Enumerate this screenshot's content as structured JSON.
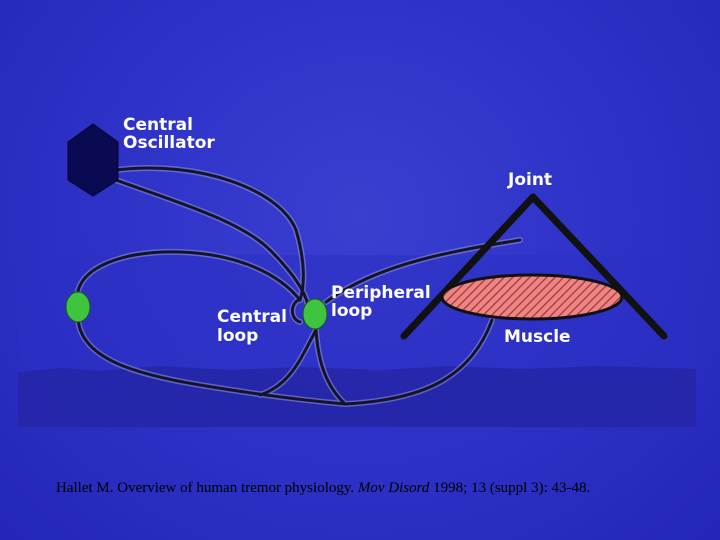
{
  "diagram": {
    "labels": {
      "central_oscillator_line1": "Central",
      "central_oscillator_line2": "Oscillator",
      "joint": "Joint",
      "peripheral_loop_line1": "Peripheral",
      "peripheral_loop_line2": "loop",
      "central_loop_line1": "Central",
      "central_loop_line2": "loop",
      "muscle": "Muscle"
    },
    "colors": {
      "background": "#2f33c8",
      "node": "#3ec43e",
      "oscillator": "#0a0a52",
      "joint_lines": "#111111",
      "muscle_fill": "#e87a7a",
      "muscle_hatch": "#b03030",
      "pathway": "#1a1a2a",
      "pathway_outline": "#7a7ac8",
      "label": "#ffffff"
    }
  },
  "citation": {
    "author_title": "Hallet M. Overview of human tremor physiology. ",
    "journal": "Mov Disord",
    "details": " 1998; 13 (suppl 3): 43-48."
  }
}
